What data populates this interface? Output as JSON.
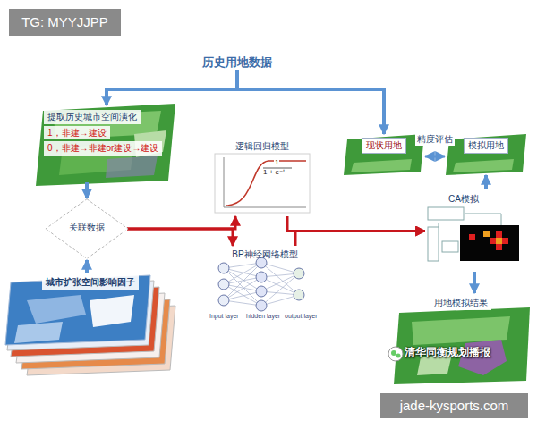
{
  "diagram": {
    "nodes": [
      {
        "text": [
          "历史用地数据"
        ]
      },
      {
        "text": [
          "提取历史城市空间演化",
          "1，非建→建设",
          "0，非建→非建or建设→建设"
        ]
      },
      {
        "text": [
          "关联数据"
        ]
      },
      {
        "text": [
          "城市扩张空间影响因子"
        ]
      },
      {
        "text": [
          "逻辑回归模型"
        ]
      },
      {
        "text": [
          "BP神经网络模型"
        ]
      },
      {
        "text": [
          "现状用地"
        ]
      },
      {
        "text": [
          "模拟用地"
        ]
      },
      {
        "text": [
          "CA模拟"
        ]
      },
      {
        "text": [
          "用地模拟结果"
        ]
      }
    ],
    "edges": [
      {
        "from": 0,
        "to": 1,
        "arrow": "to"
      },
      {
        "from": 0,
        "to": 6,
        "arrow": "to"
      },
      {
        "from": 1,
        "to": 2,
        "arrow": "to"
      },
      {
        "from": 3,
        "to": 2,
        "arrow": "to"
      },
      {
        "from": 2,
        "to": 4,
        "arrow": "to"
      },
      {
        "from": 2,
        "to": 5,
        "arrow": "to"
      },
      {
        "from": 4,
        "to": 8,
        "arrow": "to"
      },
      {
        "from": 5,
        "to": 8,
        "arrow": "to"
      },
      {
        "from": 8,
        "to": 7,
        "arrow": "to"
      },
      {
        "from": 8,
        "to": 9,
        "arrow": "to"
      },
      {
        "from": 6,
        "to": 7,
        "label": "精度评估",
        "arrow": "both"
      }
    ],
    "labels": [
      "TG: MYYJJPP",
      "1",
      "1 + e⁻ᵗ",
      "Input layer",
      "hidden layer",
      "output layer",
      "清华同衡规划播报",
      "jade-kysports.com"
    ]
  }
}
